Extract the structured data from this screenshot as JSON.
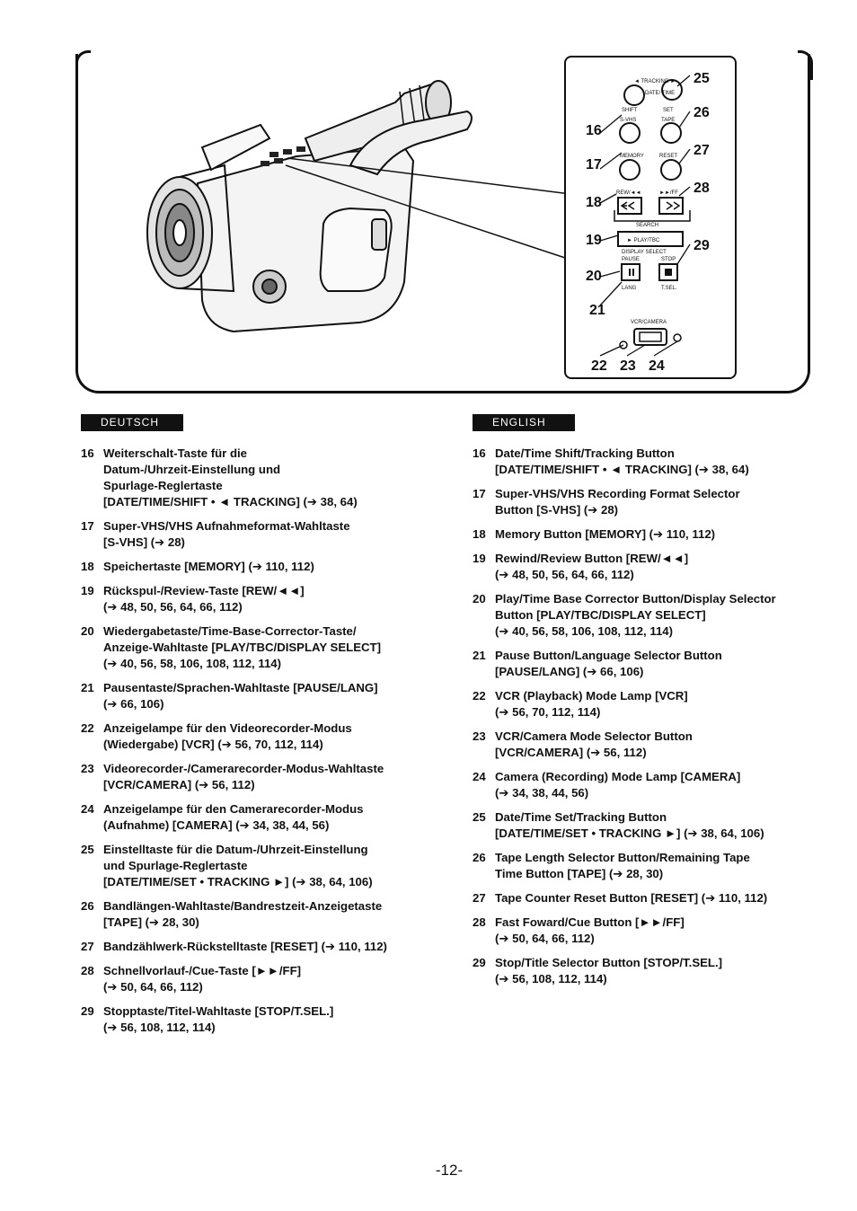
{
  "figure": {
    "callouts": [
      "16",
      "17",
      "18",
      "19",
      "20",
      "21",
      "22",
      "23",
      "24",
      "25",
      "26",
      "27",
      "28",
      "29"
    ],
    "panel_labels": {
      "tracking": "◄ TRACKING ►",
      "date_time": "DATE/ TIME",
      "shift": "SHIFT",
      "set": "SET",
      "svhs": "S-VHS",
      "tape": "TAPE",
      "memory": "MEMORY",
      "reset": "RESET",
      "rew": "REW/◄◄",
      "ff": "►►/FF",
      "search": "SEARCH",
      "play_tbc": "► PLAY/TBC",
      "display_select": "DISPLAY SELECT",
      "pause": "PAUSE",
      "stop": "STOP",
      "lang": "LANG",
      "tsel": "T.SEL.",
      "vcr_camera": "VCR/CAMERA"
    }
  },
  "deutsch": {
    "header": "DEUTSCH",
    "items": [
      {
        "num": "16",
        "lines": [
          "Weiterschalt-Taste für die",
          "Datum-/Uhrzeit-Einstellung und",
          "Spurlage-Reglertaste",
          "[DATE/TIME/SHIFT • ◄ TRACKING] (➔ 38, 64)"
        ]
      },
      {
        "num": "17",
        "lines": [
          "Super-VHS/VHS Aufnahmeformat-Wahltaste",
          "[S-VHS] (➔ 28)"
        ]
      },
      {
        "num": "18",
        "lines": [
          "Speichertaste [MEMORY] (➔ 110, 112)"
        ]
      },
      {
        "num": "19",
        "lines": [
          "Rückspul-/Review-Taste [REW/◄◄]",
          "(➔ 48, 50, 56, 64, 66, 112)"
        ]
      },
      {
        "num": "20",
        "lines": [
          "Wiedergabetaste/Time-Base-Corrector-Taste/",
          "Anzeige-Wahltaste [PLAY/TBC/DISPLAY SELECT]",
          "(➔ 40, 56, 58, 106, 108, 112, 114)"
        ]
      },
      {
        "num": "21",
        "lines": [
          "Pausentaste/Sprachen-Wahltaste [PAUSE/LANG]",
          "(➔ 66, 106)"
        ]
      },
      {
        "num": "22",
        "lines": [
          "Anzeigelampe für den Videorecorder-Modus",
          "(Wiedergabe) [VCR] (➔ 56, 70, 112, 114)"
        ]
      },
      {
        "num": "23",
        "lines": [
          "Videorecorder-/Camerarecorder-Modus-Wahltaste",
          "[VCR/CAMERA] (➔ 56, 112)"
        ]
      },
      {
        "num": "24",
        "lines": [
          "Anzeigelampe für den Camerarecorder-Modus",
          "(Aufnahme) [CAMERA] (➔ 34, 38, 44, 56)"
        ]
      },
      {
        "num": "25",
        "lines": [
          "Einstelltaste für die Datum-/Uhrzeit-Einstellung",
          "und Spurlage-Reglertaste",
          "[DATE/TIME/SET • TRACKING ►] (➔ 38, 64, 106)"
        ]
      },
      {
        "num": "26",
        "lines": [
          "Bandlängen-Wahltaste/Bandrestzeit-Anzeigetaste",
          "[TAPE] (➔ 28, 30)"
        ]
      },
      {
        "num": "27",
        "lines": [
          "Bandzählwerk-Rückstelltaste [RESET] (➔ 110, 112)"
        ]
      },
      {
        "num": "28",
        "lines": [
          "Schnellvorlauf-/Cue-Taste [►►/FF]",
          "(➔ 50, 64, 66, 112)"
        ]
      },
      {
        "num": "29",
        "lines": [
          "Stopptaste/Titel-Wahltaste [STOP/T.SEL.]",
          "(➔ 56, 108, 112, 114)"
        ]
      }
    ]
  },
  "english": {
    "header": "ENGLISH",
    "items": [
      {
        "num": "16",
        "lines": [
          "Date/Time Shift/Tracking Button",
          "[DATE/TIME/SHIFT • ◄ TRACKING] (➔ 38, 64)"
        ]
      },
      {
        "num": "17",
        "lines": [
          "Super-VHS/VHS Recording Format Selector",
          "Button [S-VHS] (➔ 28)"
        ]
      },
      {
        "num": "18",
        "lines": [
          "Memory Button [MEMORY] (➔ 110, 112)"
        ]
      },
      {
        "num": "19",
        "lines": [
          "Rewind/Review Button [REW/◄◄]",
          "(➔ 48, 50, 56, 64, 66, 112)"
        ]
      },
      {
        "num": "20",
        "lines": [
          "Play/Time Base Corrector Button/Display Selector",
          "Button [PLAY/TBC/DISPLAY SELECT]",
          "(➔ 40, 56, 58, 106, 108, 112, 114)"
        ]
      },
      {
        "num": "21",
        "lines": [
          "Pause Button/Language Selector Button",
          "[PAUSE/LANG] (➔ 66, 106)"
        ]
      },
      {
        "num": "22",
        "lines": [
          "VCR (Playback) Mode Lamp [VCR]",
          "(➔ 56, 70, 112, 114)"
        ]
      },
      {
        "num": "23",
        "lines": [
          "VCR/Camera Mode Selector Button",
          "[VCR/CAMERA] (➔ 56, 112)"
        ]
      },
      {
        "num": "24",
        "lines": [
          "Camera (Recording) Mode Lamp [CAMERA]",
          "(➔ 34, 38, 44, 56)"
        ]
      },
      {
        "num": "25",
        "lines": [
          "Date/Time Set/Tracking Button",
          "[DATE/TIME/SET • TRACKING ►] (➔ 38, 64, 106)"
        ]
      },
      {
        "num": "26",
        "lines": [
          "Tape Length Selector Button/Remaining Tape",
          "Time Button [TAPE] (➔ 28, 30)"
        ]
      },
      {
        "num": "27",
        "lines": [
          "Tape Counter Reset Button [RESET] (➔ 110, 112)"
        ]
      },
      {
        "num": "28",
        "lines": [
          "Fast Foward/Cue Button [►►/FF]",
          "(➔ 50, 64, 66, 112)"
        ]
      },
      {
        "num": "29",
        "lines": [
          "Stop/Title Selector Button [STOP/T.SEL.]",
          "(➔ 56, 108, 112, 114)"
        ]
      }
    ]
  },
  "page_number": "-12-"
}
